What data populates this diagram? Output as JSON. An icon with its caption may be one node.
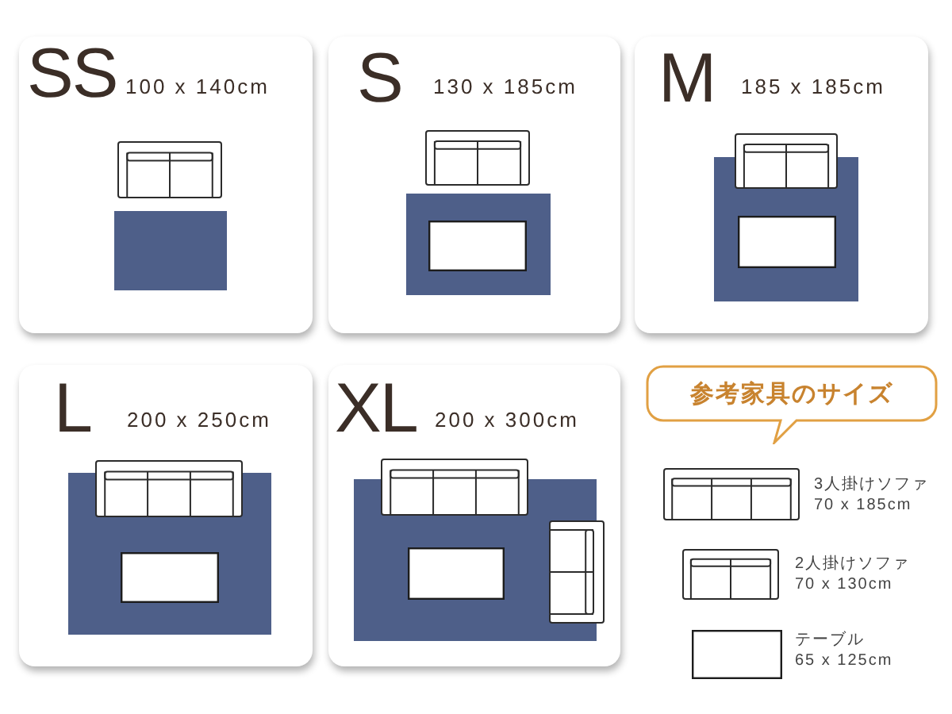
{
  "diagram": {
    "nodes": [
      {
        "text": [
          "SS",
          "100 x 140cm"
        ]
      },
      {
        "text": [
          "S",
          "130 x 185cm"
        ]
      },
      {
        "text": [
          "M",
          "185 x 185cm"
        ]
      },
      {
        "text": [
          "L",
          "200 x 250cm"
        ]
      },
      {
        "text": [
          "XL",
          "200 x 300cm"
        ]
      },
      {
        "text": [
          "参考家具のサイズ"
        ]
      }
    ],
    "labels": [
      "3人掛けソファ",
      "70 x 185cm",
      "2人掛けソファ",
      "70 x 130cm",
      "テーブル",
      "65 x 125cm"
    ]
  }
}
